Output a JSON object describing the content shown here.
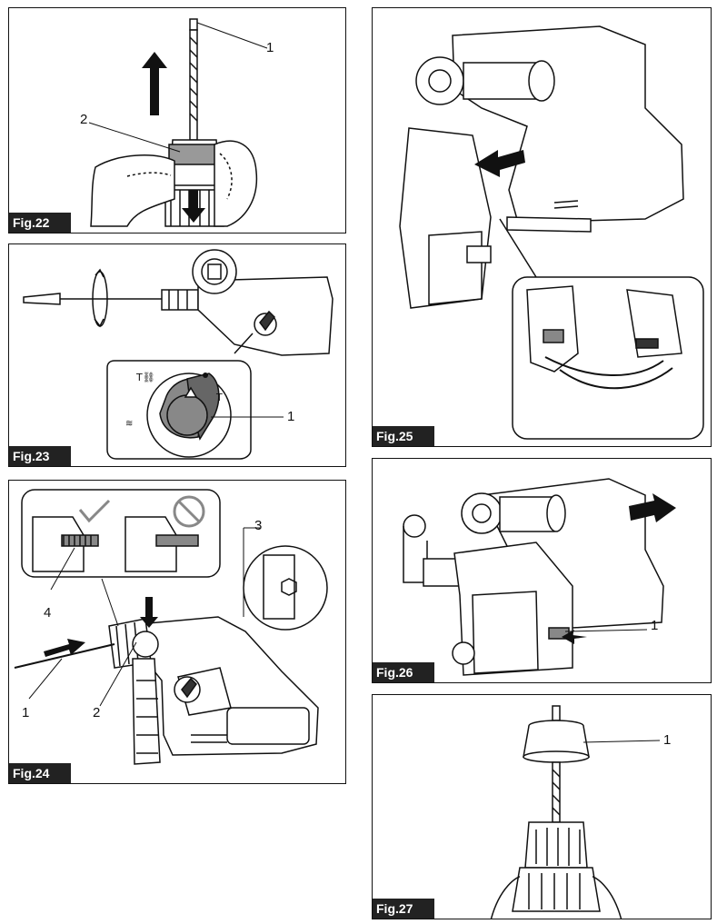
{
  "figures": {
    "fig22": {
      "label": "Fig.22",
      "callouts": [
        "1",
        "2"
      ]
    },
    "fig23": {
      "label": "Fig.23",
      "callouts": [
        "1"
      ]
    },
    "fig24": {
      "label": "Fig.24",
      "callouts": [
        "1",
        "2",
        "3",
        "4"
      ]
    },
    "fig25": {
      "label": "Fig.25"
    },
    "fig26": {
      "label": "Fig.26",
      "callouts": [
        "1"
      ]
    },
    "fig27": {
      "label": "Fig.27",
      "callouts": [
        "1"
      ]
    }
  }
}
